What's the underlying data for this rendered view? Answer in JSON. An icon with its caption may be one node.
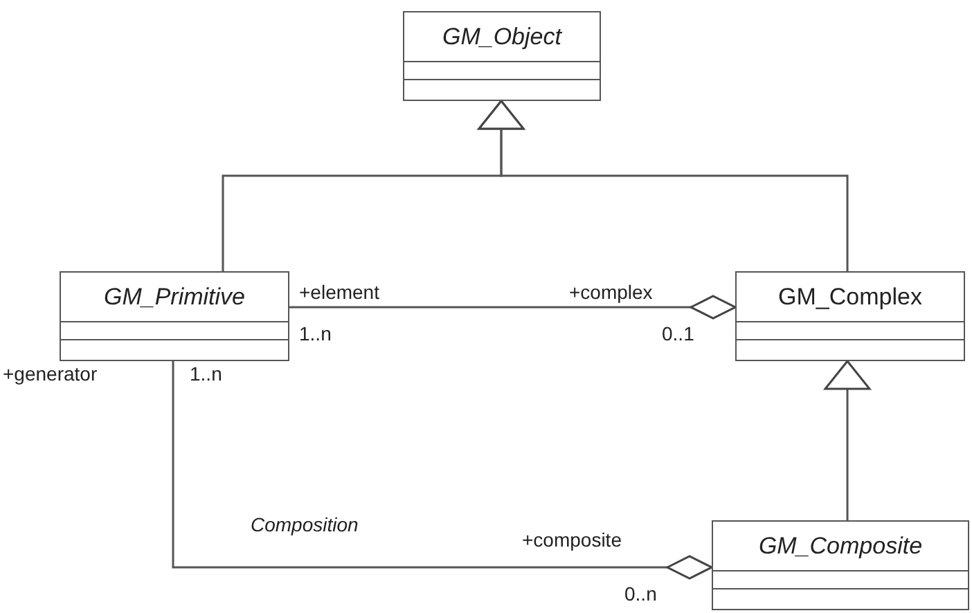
{
  "diagram": {
    "nodes": [
      {
        "text": [
          "GM_Object"
        ]
      },
      {
        "text": [
          "GM_Primitive"
        ]
      },
      {
        "text": [
          "GM_Complex"
        ]
      },
      {
        "text": [
          "GM_Composite"
        ]
      }
    ],
    "edges": [
      {
        "from": 1,
        "to": 0,
        "arrow": "to"
      },
      {
        "from": 2,
        "to": 0,
        "arrow": "to"
      },
      {
        "from": 1,
        "to": 2,
        "arrow": "other"
      },
      {
        "from": 3,
        "to": 2,
        "arrow": "to"
      },
      {
        "from": 1,
        "to": 3,
        "arrow": "other",
        "label": "Composition"
      }
    ],
    "labels": [
      "+element",
      "+complex",
      "1..n",
      "0..1",
      "+generator",
      "1..n",
      "+composite",
      "0..n"
    ]
  }
}
